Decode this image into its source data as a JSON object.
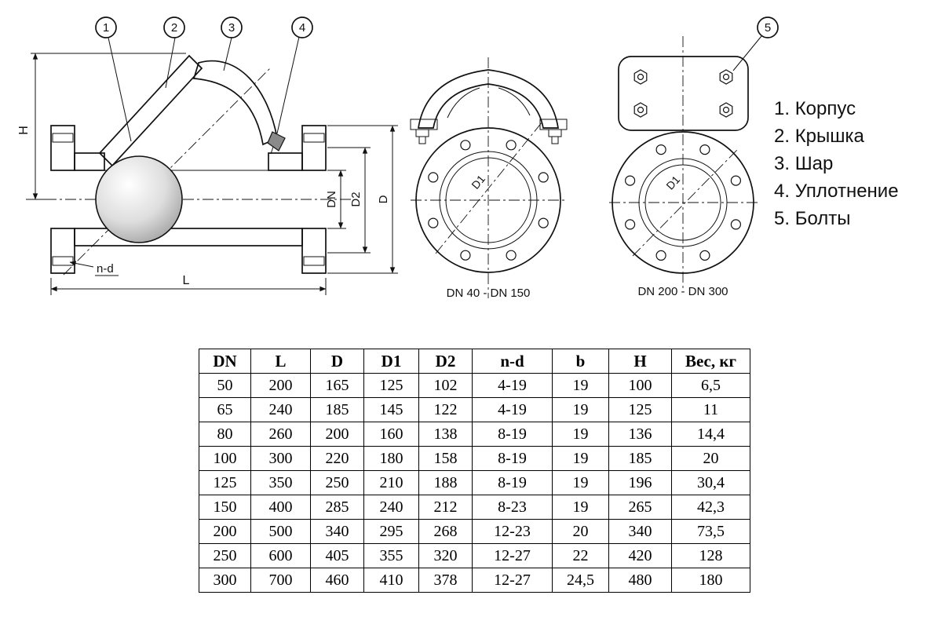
{
  "page": {
    "background": "#ffffff",
    "line_color": "#111111"
  },
  "legend": {
    "items": [
      {
        "num": "1.",
        "label": "Корпус"
      },
      {
        "num": "2.",
        "label": "Крышка"
      },
      {
        "num": "3.",
        "label": "Шар"
      },
      {
        "num": "4.",
        "label": "Уплотнение"
      },
      {
        "num": "5.",
        "label": "Болты"
      }
    ]
  },
  "drawing": {
    "callout_1": "1",
    "callout_2": "2",
    "callout_3": "3",
    "callout_4": "4",
    "callout_5": "5",
    "dim_H": "H",
    "dim_L": "L",
    "dim_nd": "n-d",
    "dim_DN": "DN",
    "dim_D2": "D2",
    "dim_D": "D",
    "dim_D1_small": "D1",
    "dim_D1_large": "D1",
    "caption_small": "DN 40 - DN 150",
    "caption_large": "DN 200 - DN 300"
  },
  "table": {
    "headers": [
      "DN",
      "L",
      "D",
      "D1",
      "D2",
      "n-d",
      "b",
      "H",
      "Вес, кг"
    ],
    "rows": [
      [
        "50",
        "200",
        "165",
        "125",
        "102",
        "4-19",
        "19",
        "100",
        "6,5"
      ],
      [
        "65",
        "240",
        "185",
        "145",
        "122",
        "4-19",
        "19",
        "125",
        "11"
      ],
      [
        "80",
        "260",
        "200",
        "160",
        "138",
        "8-19",
        "19",
        "136",
        "14,4"
      ],
      [
        "100",
        "300",
        "220",
        "180",
        "158",
        "8-19",
        "19",
        "185",
        "20"
      ],
      [
        "125",
        "350",
        "250",
        "210",
        "188",
        "8-19",
        "19",
        "196",
        "30,4"
      ],
      [
        "150",
        "400",
        "285",
        "240",
        "212",
        "8-23",
        "19",
        "265",
        "42,3"
      ],
      [
        "200",
        "500",
        "340",
        "295",
        "268",
        "12-23",
        "20",
        "340",
        "73,5"
      ],
      [
        "250",
        "600",
        "405",
        "355",
        "320",
        "12-27",
        "22",
        "420",
        "128"
      ],
      [
        "300",
        "700",
        "460",
        "410",
        "378",
        "12-27",
        "24,5",
        "480",
        "180"
      ]
    ]
  }
}
